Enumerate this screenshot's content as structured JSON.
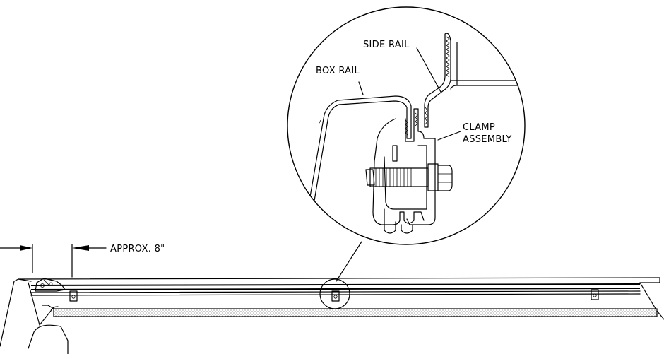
{
  "labels": {
    "side_rail": "SIDE RAIL",
    "box_rail": "BOX RAIL",
    "clamp_line1": "CLAMP",
    "clamp_line2": "ASSEMBLY",
    "dimension": "APPROX. 8\""
  },
  "clamp_count": 3
}
